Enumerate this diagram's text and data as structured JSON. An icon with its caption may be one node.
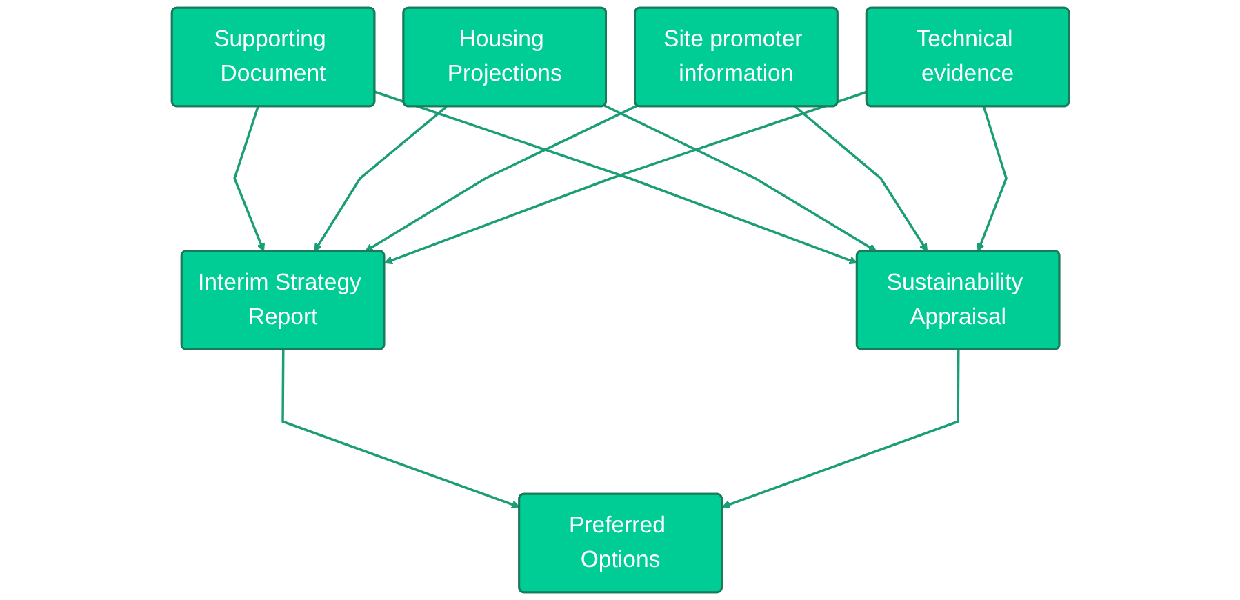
{
  "diagram": {
    "nodes": [
      {
        "text": [
          "Supporting Document"
        ]
      },
      {
        "text": [
          "Housing Projections"
        ]
      },
      {
        "text": [
          "Site promoter information"
        ]
      },
      {
        "text": [
          "Technical evidence"
        ]
      },
      {
        "text": [
          "Interim Strategy Report"
        ]
      },
      {
        "text": [
          "Sustainability Appraisal"
        ]
      },
      {
        "text": [
          "Preferred Options"
        ]
      }
    ],
    "edges": [
      {
        "from": 0,
        "to": 4,
        "arrow": "to"
      },
      {
        "from": 0,
        "to": 5,
        "arrow": "to"
      },
      {
        "from": 1,
        "to": 4,
        "arrow": "to"
      },
      {
        "from": 1,
        "to": 5,
        "arrow": "to"
      },
      {
        "from": 2,
        "to": 4,
        "arrow": "to"
      },
      {
        "from": 2,
        "to": 5,
        "arrow": "to"
      },
      {
        "from": 3,
        "to": 4,
        "arrow": "to"
      },
      {
        "from": 3,
        "to": 5,
        "arrow": "to"
      },
      {
        "from": 4,
        "to": 6,
        "arrow": "to"
      },
      {
        "from": 5,
        "to": 6,
        "arrow": "to"
      }
    ]
  }
}
